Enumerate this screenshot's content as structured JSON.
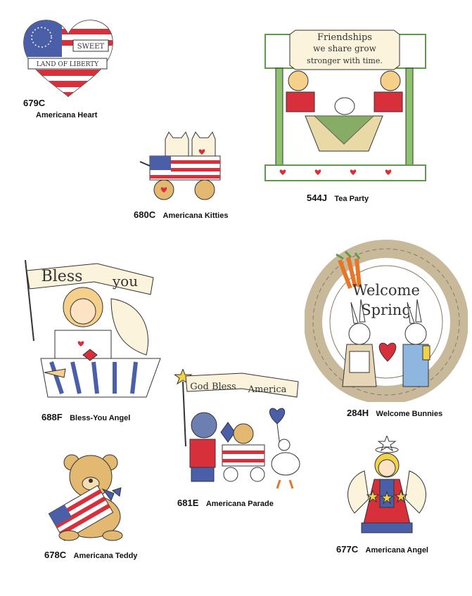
{
  "colors": {
    "red": "#d8303a",
    "blue": "#4a5fa8",
    "cream": "#fbf3dc",
    "green": "#5e9a4a",
    "tan": "#e3b871",
    "orange": "#e6772a",
    "outline": "#333333"
  },
  "items": [
    {
      "code": "679C",
      "name": "Americana Heart",
      "art_text": [
        "SWEET",
        "LAND OF LIBERTY"
      ]
    },
    {
      "code": "680C",
      "name": "Americana Kitties"
    },
    {
      "code": "544J",
      "name": "Tea Party",
      "art_text": [
        "Friendships",
        "we share grow",
        "stronger with time."
      ]
    },
    {
      "code": "688F",
      "name": "Bless-You Angel",
      "art_text": [
        "Bless",
        "you"
      ]
    },
    {
      "code": "284H",
      "name": "Welcome Bunnies",
      "art_text": [
        "Welcome",
        "Spring"
      ]
    },
    {
      "code": "681E",
      "name": "Americana Parade",
      "art_text": [
        "God Bless",
        "America"
      ]
    },
    {
      "code": "678C",
      "name": "Americana Teddy"
    },
    {
      "code": "677C",
      "name": "Americana Angel"
    }
  ]
}
